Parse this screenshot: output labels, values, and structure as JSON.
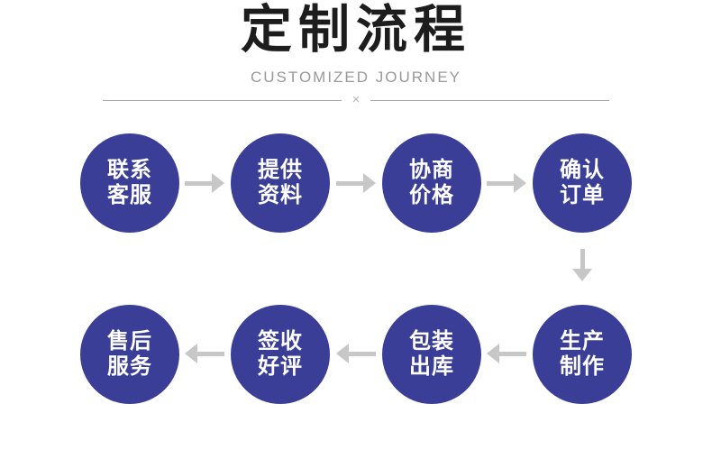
{
  "header": {
    "title": "定制流程",
    "subtitle": "CUSTOMIZED JOURNEY",
    "divider_symbol": "×"
  },
  "colors": {
    "circle": "#3a3e97",
    "arrow": "#c7c7c7",
    "title": "#1d1d1d",
    "subtitle": "#999999",
    "divider": "#a6a6a6"
  },
  "flow": {
    "row1": [
      {
        "line1": "联系",
        "line2": "客服"
      },
      {
        "line1": "提供",
        "line2": "资料"
      },
      {
        "line1": "协商",
        "line2": "价格"
      },
      {
        "line1": "确认",
        "line2": "订单"
      }
    ],
    "row2": [
      {
        "line1": "售后",
        "line2": "服务"
      },
      {
        "line1": "签收",
        "line2": "好评"
      },
      {
        "line1": "包装",
        "line2": "出库"
      },
      {
        "line1": "生产",
        "line2": "制作"
      }
    ]
  }
}
